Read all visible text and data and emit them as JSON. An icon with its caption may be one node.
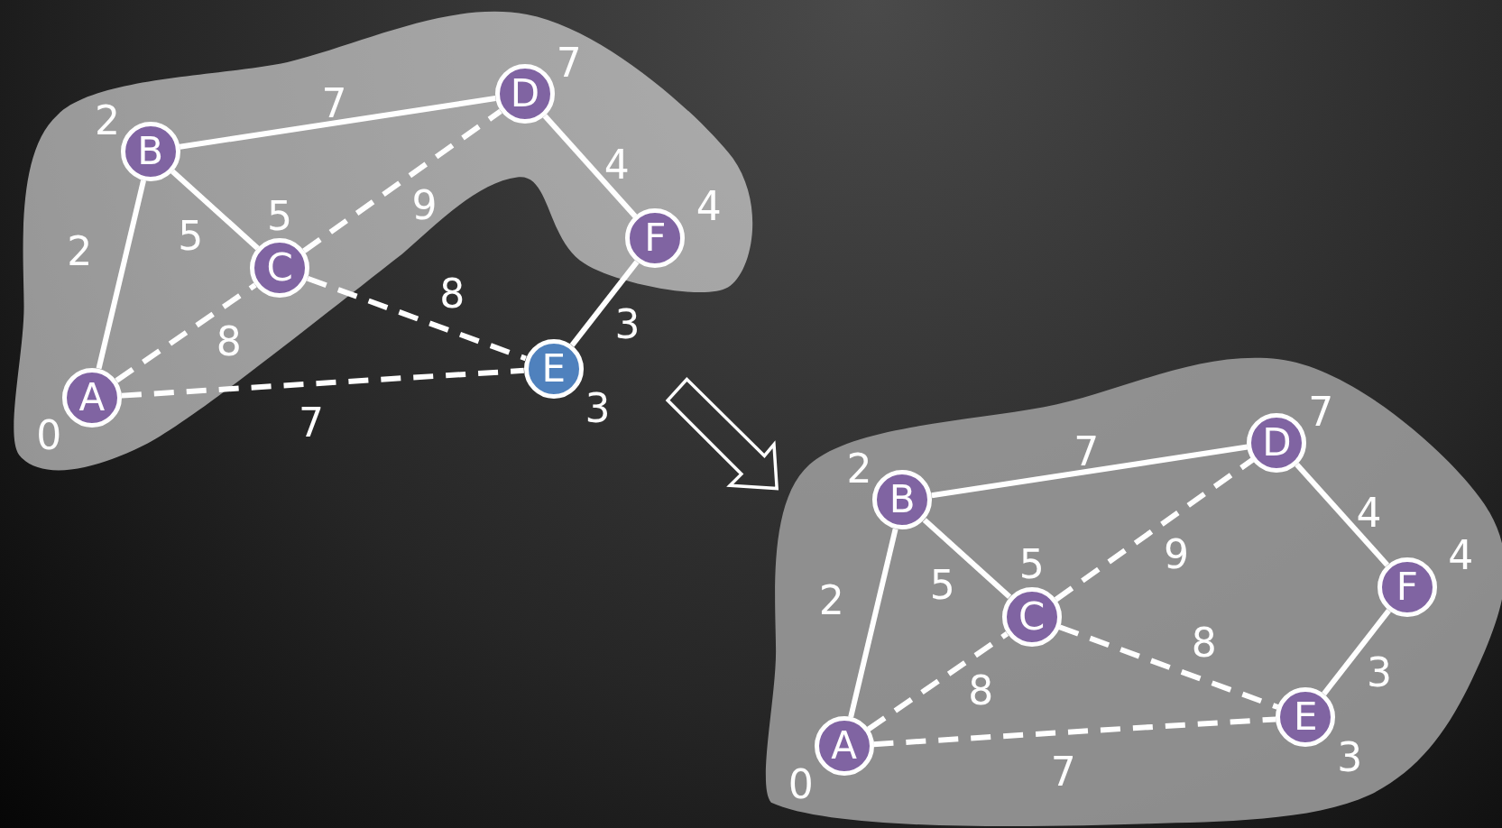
{
  "diagram": {
    "nodes": [
      {
        "text": [
          "A"
        ],
        "beside": [
          "0"
        ]
      },
      {
        "text": [
          "B"
        ],
        "beside": [
          "2"
        ]
      },
      {
        "text": [
          "C"
        ],
        "beside": [
          "5"
        ]
      },
      {
        "text": [
          "D"
        ],
        "beside": [
          "7"
        ]
      },
      {
        "text": [
          "E"
        ],
        "beside": [
          "3"
        ]
      },
      {
        "text": [
          "F"
        ],
        "beside": [
          "4"
        ]
      },
      {
        "text": [
          "A"
        ],
        "beside": [
          "0"
        ]
      },
      {
        "text": [
          "B"
        ],
        "beside": [
          "2"
        ]
      },
      {
        "text": [
          "C"
        ],
        "beside": [
          "5"
        ]
      },
      {
        "text": [
          "D"
        ],
        "beside": [
          "7"
        ]
      },
      {
        "text": [
          "E"
        ],
        "beside": [
          "3"
        ]
      },
      {
        "text": [
          "F"
        ],
        "beside": [
          "4"
        ]
      }
    ],
    "edges": [
      {
        "from": 0,
        "to": 1,
        "arrow": "none",
        "label": "2"
      },
      {
        "from": 1,
        "to": 3,
        "arrow": "none",
        "label": "7"
      },
      {
        "from": 1,
        "to": 2,
        "arrow": "none",
        "label": "5"
      },
      {
        "from": 2,
        "to": 3,
        "arrow": "none",
        "label": "9",
        "style": "dashed"
      },
      {
        "from": 3,
        "to": 5,
        "arrow": "none",
        "label": "4"
      },
      {
        "from": 2,
        "to": 4,
        "arrow": "none",
        "label": "8",
        "style": "dashed"
      },
      {
        "from": 5,
        "to": 4,
        "arrow": "none",
        "label": "3"
      },
      {
        "from": 0,
        "to": 2,
        "arrow": "none",
        "label": "8",
        "style": "dashed"
      },
      {
        "from": 0,
        "to": 4,
        "arrow": "none",
        "label": "7",
        "style": "dashed"
      },
      {
        "from": 6,
        "to": 7,
        "arrow": "none",
        "label": "2"
      },
      {
        "from": 7,
        "to": 9,
        "arrow": "none",
        "label": "7"
      },
      {
        "from": 7,
        "to": 8,
        "arrow": "none",
        "label": "5"
      },
      {
        "from": 8,
        "to": 9,
        "arrow": "none",
        "label": "9",
        "style": "dashed"
      },
      {
        "from": 9,
        "to": 11,
        "arrow": "none",
        "label": "4"
      },
      {
        "from": 8,
        "to": 10,
        "arrow": "none",
        "label": "8",
        "style": "dashed"
      },
      {
        "from": 11,
        "to": 10,
        "arrow": "none",
        "label": "3"
      },
      {
        "from": 6,
        "to": 8,
        "arrow": "none",
        "label": "8",
        "style": "dashed"
      },
      {
        "from": 6,
        "to": 10,
        "arrow": "none",
        "label": "7",
        "style": "dashed"
      }
    ]
  }
}
